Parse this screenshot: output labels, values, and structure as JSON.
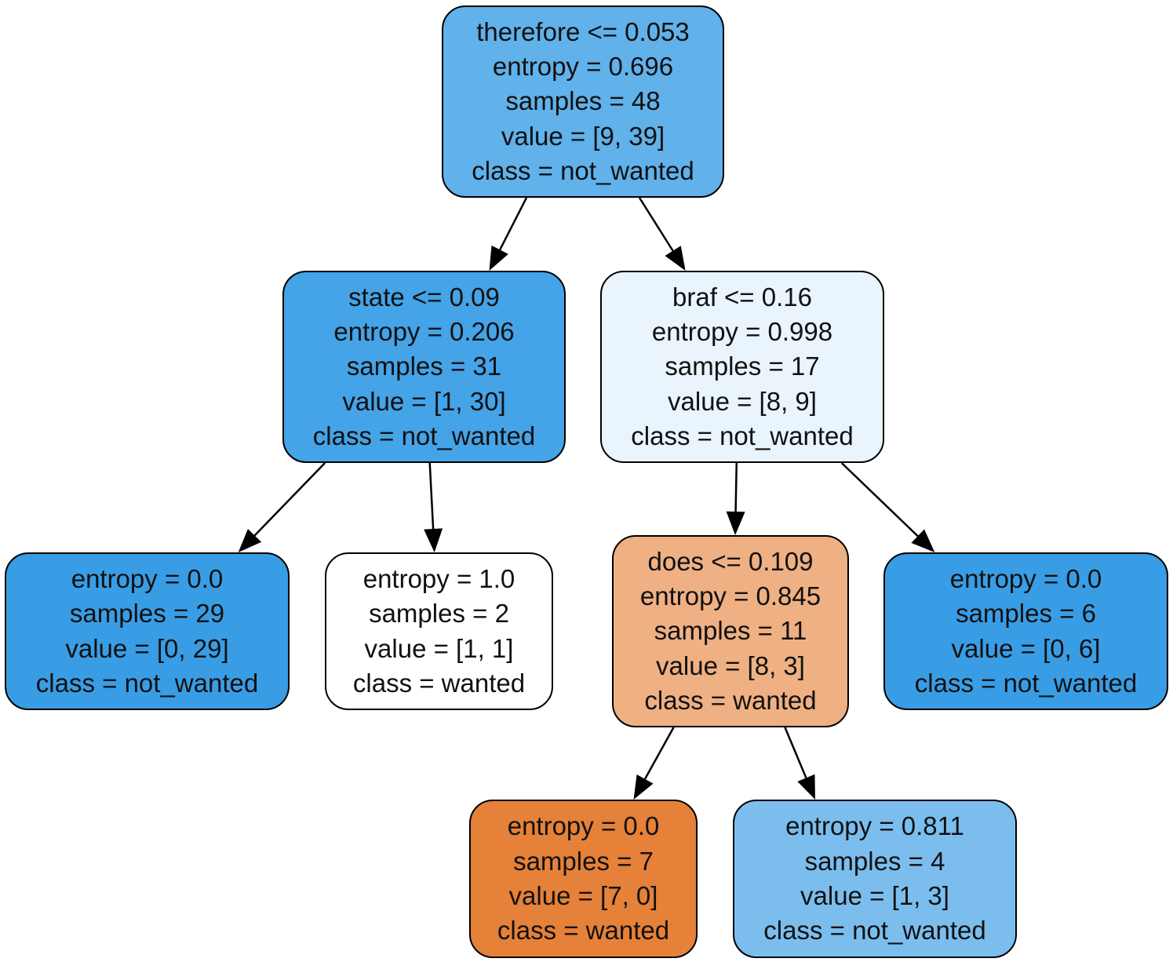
{
  "tree": {
    "class_names": [
      "wanted",
      "not_wanted"
    ],
    "colors": {
      "wanted": "#e58139",
      "not_wanted": "#399de5",
      "edge": "#000000",
      "border": "#000000"
    },
    "nodes": [
      {
        "id": "n0",
        "split": "therefore <= 0.053",
        "entropy": "entropy = 0.696",
        "samples": "samples = 48",
        "value": "value = [9, 39]",
        "class": "class = not_wanted",
        "fill": "#61b1ea"
      },
      {
        "id": "n1",
        "split": "state <= 0.09",
        "entropy": "entropy = 0.206",
        "samples": "samples = 31",
        "value": "value = [1, 30]",
        "class": "class = not_wanted",
        "fill": "#45a3e7"
      },
      {
        "id": "n2",
        "split": "braf <= 0.16",
        "entropy": "entropy = 0.998",
        "samples": "samples = 17",
        "value": "value = [8, 9]",
        "class": "class = not_wanted",
        "fill": "#e9f4fc"
      },
      {
        "id": "n3",
        "split": null,
        "entropy": "entropy = 0.0",
        "samples": "samples = 29",
        "value": "value = [0, 29]",
        "class": "class = not_wanted",
        "fill": "#399de5"
      },
      {
        "id": "n4",
        "split": null,
        "entropy": "entropy = 1.0",
        "samples": "samples = 2",
        "value": "value = [1, 1]",
        "class": "class = wanted",
        "fill": "#ffffff"
      },
      {
        "id": "n5",
        "split": "does <= 0.109",
        "entropy": "entropy = 0.845",
        "samples": "samples = 11",
        "value": "value = [8, 3]",
        "class": "class = wanted",
        "fill": "#efb083"
      },
      {
        "id": "n6",
        "split": null,
        "entropy": "entropy = 0.0",
        "samples": "samples = 6",
        "value": "value = [0, 6]",
        "class": "class = not_wanted",
        "fill": "#399de5"
      },
      {
        "id": "n7",
        "split": null,
        "entropy": "entropy = 0.0",
        "samples": "samples = 7",
        "value": "value = [7, 0]",
        "class": "class = wanted",
        "fill": "#e58139"
      },
      {
        "id": "n8",
        "split": null,
        "entropy": "entropy = 0.811",
        "samples": "samples = 4",
        "value": "value = [1, 3]",
        "class": "class = not_wanted",
        "fill": "#7bbeee"
      }
    ],
    "edges": [
      {
        "from": "n0",
        "to": "n1"
      },
      {
        "from": "n0",
        "to": "n2"
      },
      {
        "from": "n1",
        "to": "n3"
      },
      {
        "from": "n1",
        "to": "n4"
      },
      {
        "from": "n2",
        "to": "n5"
      },
      {
        "from": "n2",
        "to": "n6"
      },
      {
        "from": "n5",
        "to": "n7"
      },
      {
        "from": "n5",
        "to": "n8"
      }
    ]
  }
}
